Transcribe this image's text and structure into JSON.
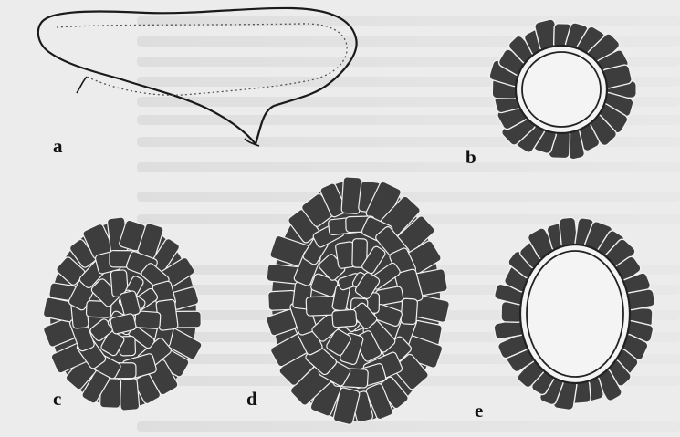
{
  "figure": {
    "panels": [
      {
        "id": "a",
        "label": "a",
        "subject": "outline"
      },
      {
        "id": "b",
        "label": "b",
        "subject": "cell-ring"
      },
      {
        "id": "c",
        "label": "c",
        "subject": "dense-cluster"
      },
      {
        "id": "d",
        "label": "d",
        "subject": "dense-cluster-large"
      },
      {
        "id": "e",
        "label": "e",
        "subject": "cell-ring-oval"
      }
    ],
    "colors": {
      "background": "#ececec",
      "cell_fill": "#3d3d3d",
      "cell_edge": "#f0f0f0",
      "inner_fill": "#f4f4f4",
      "outline": "#1a1a1a"
    }
  }
}
